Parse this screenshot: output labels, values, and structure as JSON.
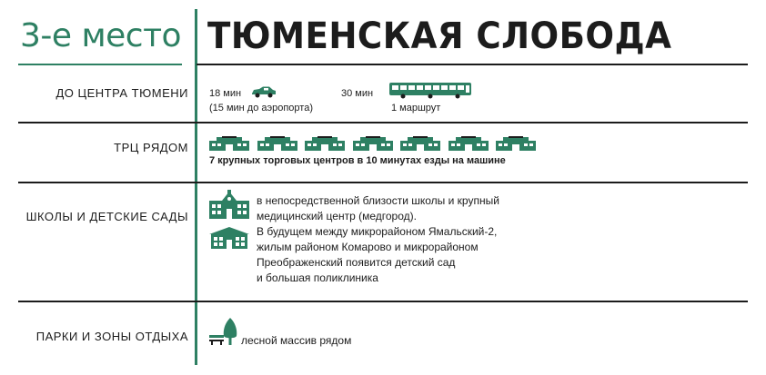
{
  "header": {
    "rank": "3-е место",
    "title": "ТЮМЕНСКАЯ СЛОБОДА"
  },
  "rows": {
    "center": {
      "label": "ДО ЦЕНТРА ТЮМЕНИ",
      "car_time": "18 мин",
      "car_note": "(15 мин до аэропорта)",
      "bus_time": "30 мин",
      "bus_note": "1 маршрут"
    },
    "malls": {
      "label": "ТРЦ РЯДОМ",
      "note": "7 крупных торговых центров в 10 минутах езды на машине",
      "count": 7
    },
    "schools": {
      "label": "ШКОЛЫ И ДЕТСКИЕ САДЫ",
      "lines": [
        "в непосредственной близости школы и крупный",
        "медицинский центр (медгород).",
        "В будущем между микрорайоном Ямальский-2,",
        "жилым районом Комарово и микрорайоном",
        "Преображенский появится детский сад",
        "и большая поликлиника"
      ]
    },
    "parks": {
      "label": "ПАРКИ И ЗОНЫ ОТДЫХА",
      "note": "лесной массив рядом"
    }
  },
  "icons": {
    "car": "car-icon",
    "bus": "bus-icon",
    "mall": "mall-icon",
    "school": "school-icon",
    "kindergarten": "kindergarten-icon",
    "tree": "tree-icon",
    "bench": "bench-icon"
  },
  "colors": {
    "accent": "#2e8063",
    "text": "#1c1c1c"
  }
}
